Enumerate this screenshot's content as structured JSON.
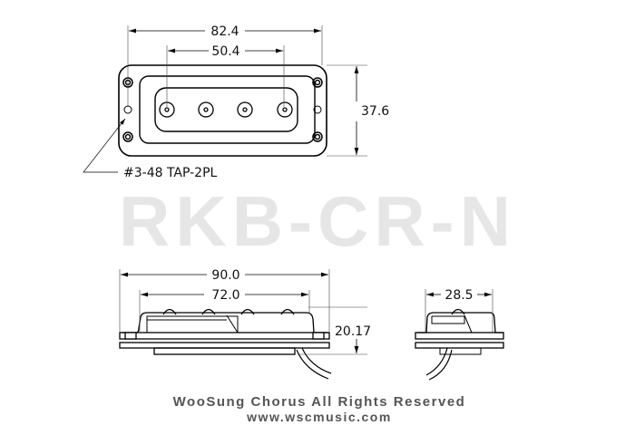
{
  "model": "RKB-CR-N",
  "top_view": {
    "width_outer": "82.4",
    "width_inner": "50.4",
    "height": "37.6",
    "tap_note": "#3-48 TAP-2PL"
  },
  "side_view": {
    "length_outer": "90.0",
    "length_inner": "72.0",
    "height": "20.17"
  },
  "end_view": {
    "width": "28.5"
  },
  "footer": {
    "copyright": "WooSung Chorus All Rights Reserved",
    "website": "www.wscmusic.com"
  }
}
